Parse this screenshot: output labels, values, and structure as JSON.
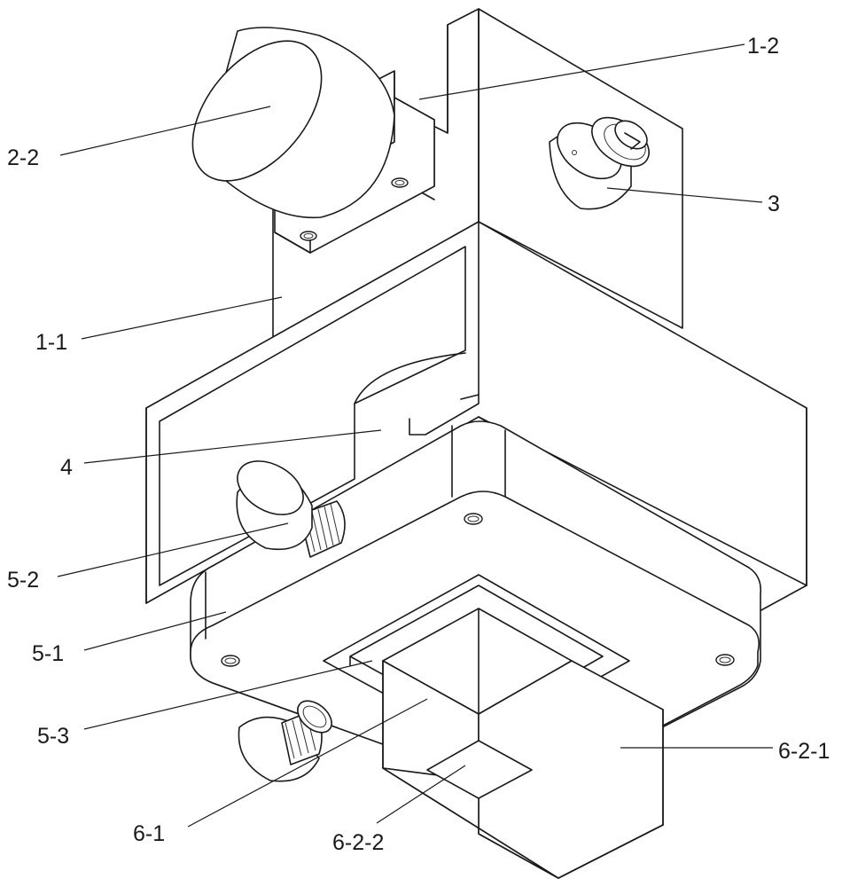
{
  "labels": {
    "l_1_2": "1-2",
    "l_2_2": "2-2",
    "l_3": "3",
    "l_1_1": "1-1",
    "l_4": "4",
    "l_5_2": "5-2",
    "l_5_1": "5-1",
    "l_5_3": "5-3",
    "l_6_2_1": "6-2-1",
    "l_6_1": "6-1",
    "l_6_2_2": "6-2-2"
  }
}
